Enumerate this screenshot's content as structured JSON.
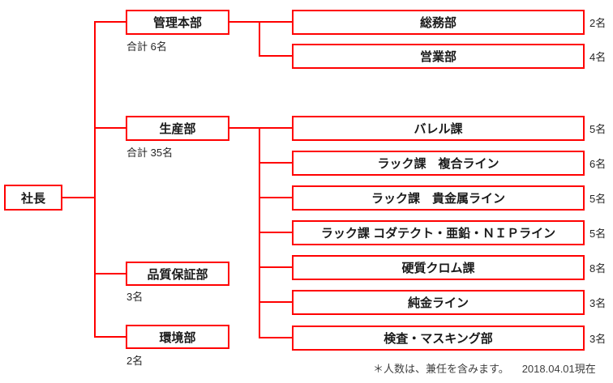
{
  "colors": {
    "line": "#ff0000",
    "text": "#1a1a1a",
    "background": "#ffffff"
  },
  "president": {
    "label": "社長"
  },
  "departments": [
    {
      "label": "管理本部",
      "sublabel": "合計 6名",
      "children": [
        {
          "label": "総務部",
          "count": "2名"
        },
        {
          "label": "営業部",
          "count": "4名"
        }
      ]
    },
    {
      "label": "生産部",
      "sublabel": "合計 35名",
      "children": [
        {
          "label": "バレル課",
          "count": "5名"
        },
        {
          "label": "ラック課　複合ライン",
          "count": "6名"
        },
        {
          "label": "ラック課　貴金属ライン",
          "count": "5名"
        },
        {
          "label": "ラック課 コダテクト・亜鉛・ＮＩＰライン",
          "count": "5名"
        },
        {
          "label": "硬質クロム課",
          "count": "8名"
        },
        {
          "label": "純金ライン",
          "count": "3名"
        },
        {
          "label": "検査・マスキング部",
          "count": "3名"
        }
      ]
    },
    {
      "label": "品質保証部",
      "sublabel": "3名",
      "children": []
    },
    {
      "label": "環境部",
      "sublabel": "2名",
      "children": []
    }
  ],
  "footer": {
    "note": "＊人数は、兼任を含みます。",
    "date": "2018.04.01現在"
  }
}
